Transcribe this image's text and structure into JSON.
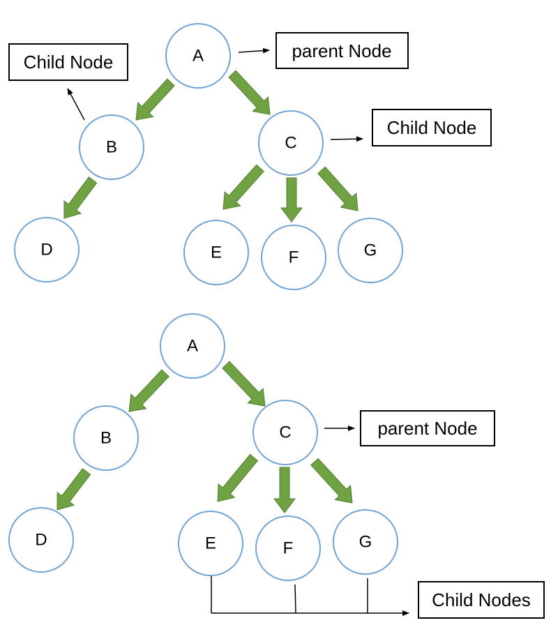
{
  "diagram_top": {
    "nodes": {
      "a": "A",
      "b": "B",
      "c": "C",
      "d": "D",
      "e": "E",
      "f": "F",
      "g": "G"
    },
    "labels": {
      "parent_of_a": "parent Node",
      "child_b": "Child Node",
      "child_c": "Child Node"
    }
  },
  "diagram_bottom": {
    "nodes": {
      "a": "A",
      "b": "B",
      "c": "C",
      "d": "D",
      "e": "E",
      "f": "F",
      "g": "G"
    },
    "labels": {
      "parent_of_c": "parent Node",
      "children_efg": "Child Nodes"
    }
  },
  "colors": {
    "node_stroke": "#6fa3d6",
    "arrow_fill": "#70a244",
    "line": "#000000"
  }
}
